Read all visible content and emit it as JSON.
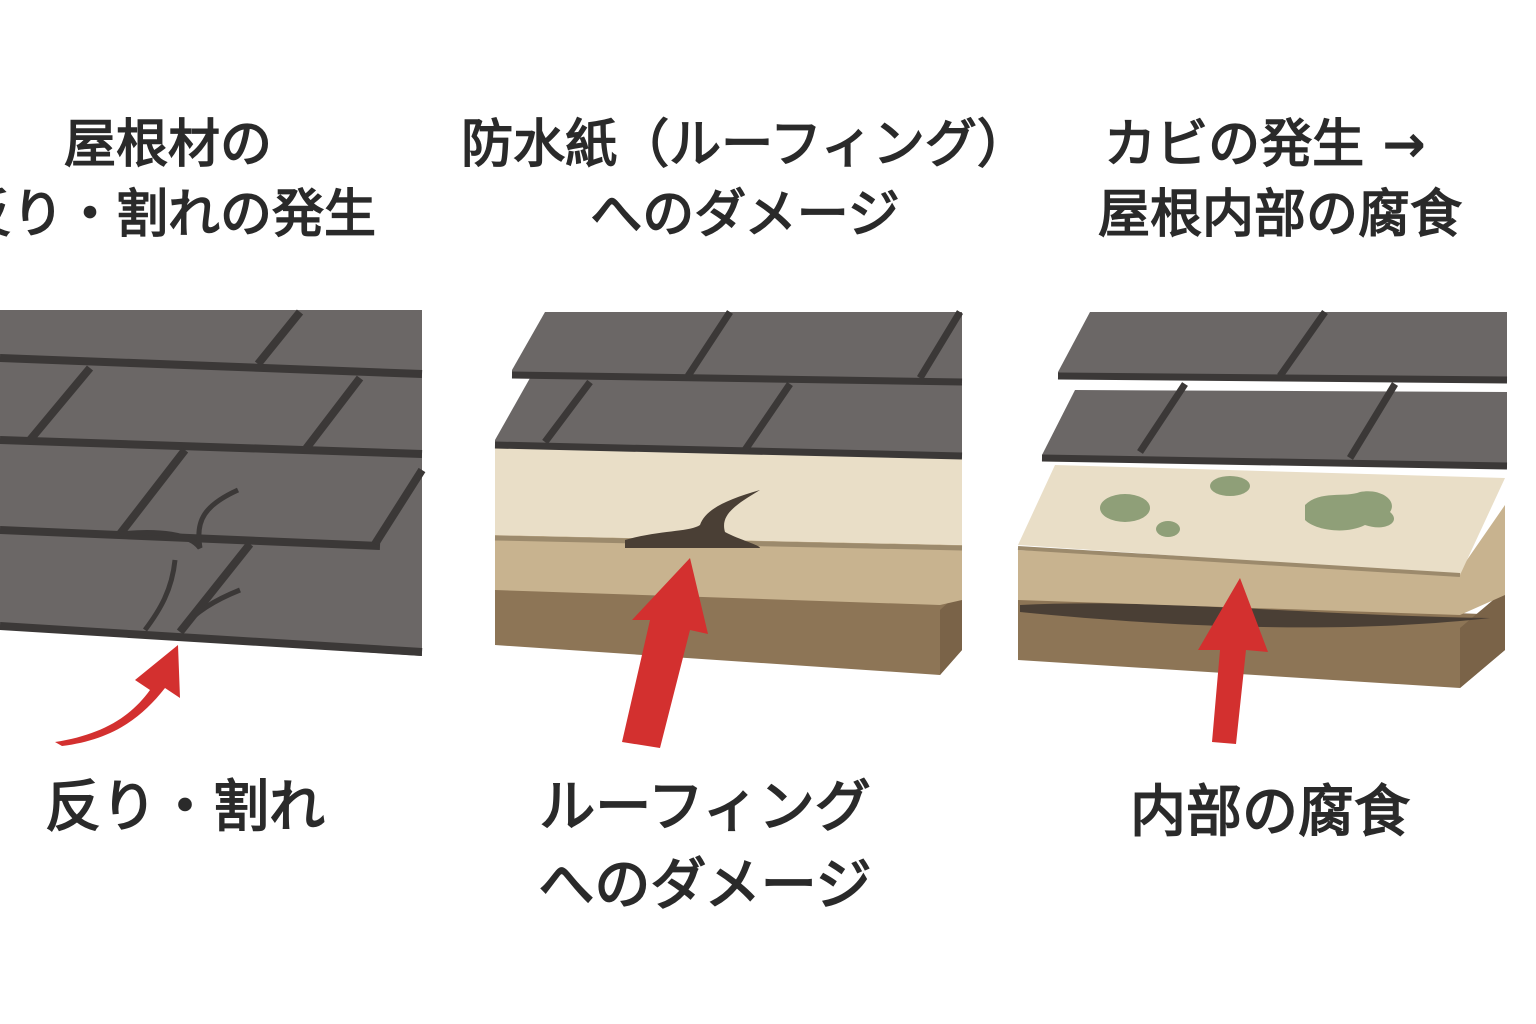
{
  "panels": [
    {
      "title_line1": "屋根材の",
      "title_line2": "反り・割れの発生",
      "label_line1": "反り・割れ"
    },
    {
      "title_line1": "防水紙（ルーフィング）",
      "title_line2": "へのダメージ",
      "label_line1": "ルーフィング",
      "label_line2": "へのダメージ"
    },
    {
      "title_line1": "カビの発生 →",
      "title_line2": "屋根内部の腐食",
      "label_line1": "内部の腐食"
    }
  ],
  "colors": {
    "shingle": "#6b6766",
    "shingle_line": "#3b3837",
    "paper": "#e9dec7",
    "underlayer": "#c8b38f",
    "wood": "#8d7556",
    "arrow": "#d3302f",
    "mold": "#8f9f78"
  }
}
